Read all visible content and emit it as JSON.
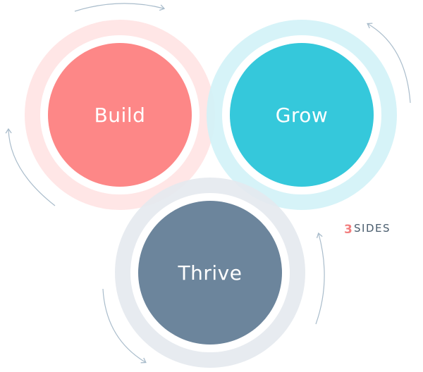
{
  "diagram": {
    "circles": [
      {
        "label": "Build",
        "color": "#fd8787",
        "ring_color": "#ffe3e3"
      },
      {
        "label": "Grow",
        "color": "#35c8db",
        "ring_color": "#d2f2f7"
      },
      {
        "label": "Thrive",
        "color": "#6c859c",
        "ring_color": "#e4e9ee"
      }
    ],
    "arrow_color": "#a9bccb"
  },
  "logo": {
    "mark": "3",
    "text": "SIDES",
    "mark_color": "#f27f7f"
  }
}
